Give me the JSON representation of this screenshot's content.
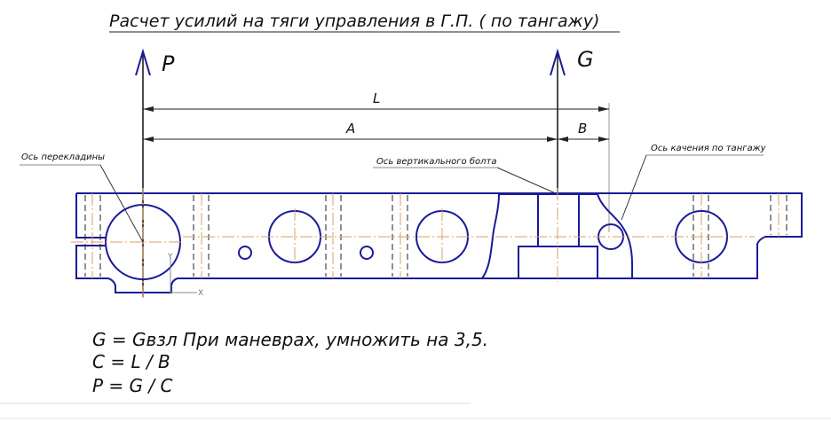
{
  "title": "Расчет усилий на тяги управления в Г.П. ( по тангажу)",
  "forces": {
    "p": "P",
    "g": "G"
  },
  "dimensions": {
    "l": "L",
    "a": "A",
    "b": "B"
  },
  "callouts": {
    "crossbar_axis": "Ось перекладины",
    "bolt_axis": "Ось вертикального болта",
    "pitch_axis": "Ось качения по тангажу"
  },
  "coord_axes": {
    "x": "X",
    "y": "Y"
  },
  "formulas": [
    "G = Gвзл  При маневрах, умножить на 3,5.",
    "C = L / B",
    "P = G / C"
  ],
  "colors": {
    "outline": "#1a1a9a",
    "axis_lines": "#d9a060"
  }
}
